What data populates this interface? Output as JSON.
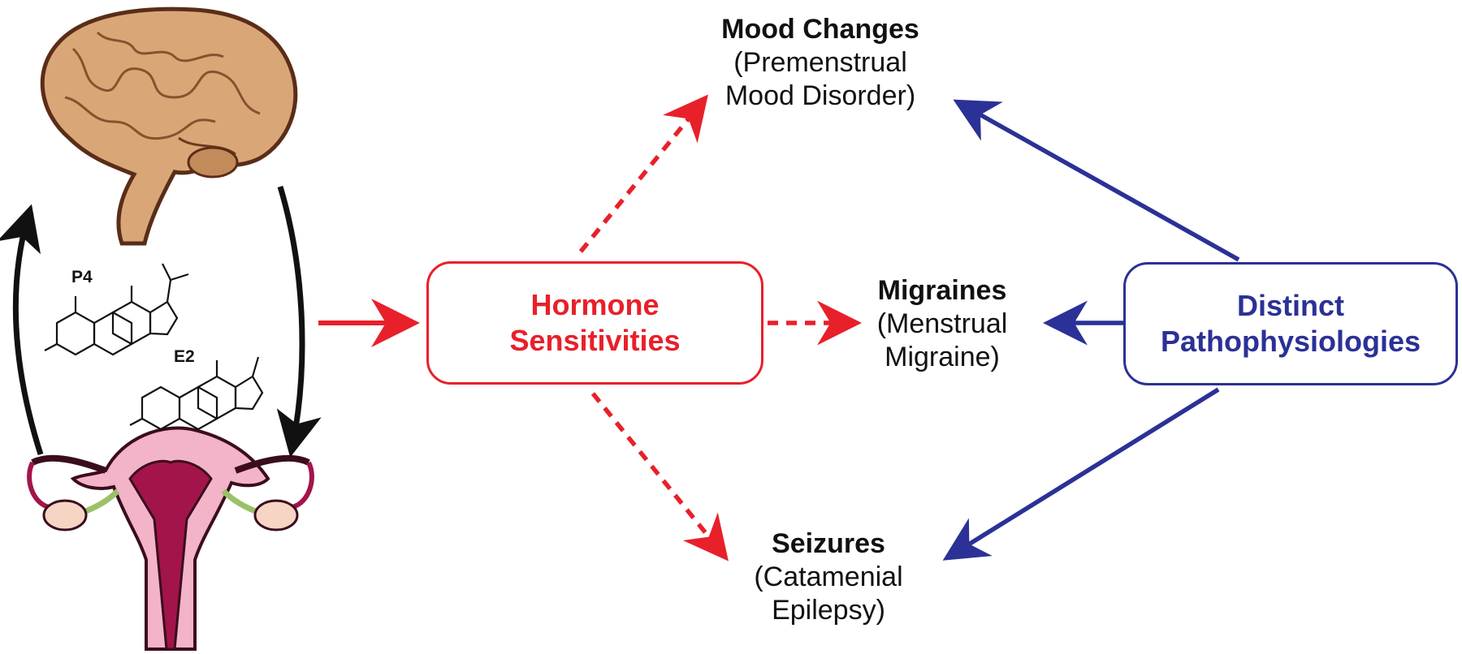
{
  "diagram": {
    "hormone_box": {
      "line1": "Hormone",
      "line2": "Sensitivities",
      "color": "#e8202a"
    },
    "patho_box": {
      "line1": "Distinct",
      "line2": "Pathophysiologies",
      "color": "#2b3196"
    },
    "mood": {
      "title": "Mood Changes",
      "sub1": "(Premenstrual",
      "sub2": "Mood Disorder)"
    },
    "migraines": {
      "title": "Migraines",
      "sub1": "(Menstrual",
      "sub2": "Migraine)"
    },
    "seizures": {
      "title": "Seizures",
      "sub1": "(Catamenial",
      "sub2": "Epilepsy)"
    },
    "molecules": {
      "p4": "P4",
      "e2": "E2"
    },
    "icons": [
      "brain-icon",
      "uterus-icon",
      "progesterone-structure-icon",
      "estradiol-structure-icon"
    ],
    "colors": {
      "red": "#e8202a",
      "blue": "#2b3196",
      "black": "#111111"
    }
  }
}
